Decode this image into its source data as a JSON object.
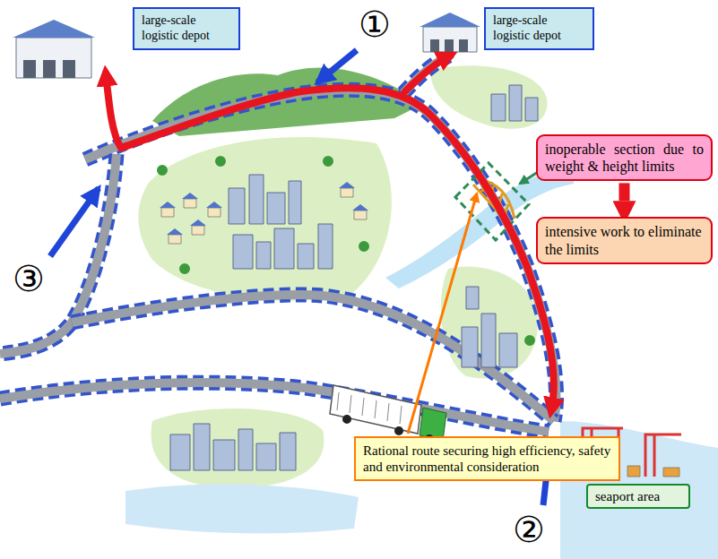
{
  "diagram": {
    "nodes": [
      {
        "text": [
          "large-scale logistic depot"
        ]
      },
      {
        "text": [
          "large-scale logistic depot"
        ]
      },
      {
        "text": [
          "inoperable section due to weight & height limits"
        ]
      },
      {
        "text": [
          "intensive work to eliminate the limits"
        ]
      },
      {
        "text": [
          "Rational route securing high efficiency, safety and environmental consideration"
        ]
      },
      {
        "text": [
          "seaport area"
        ]
      }
    ],
    "edges": [
      {
        "from": 2,
        "to": 3,
        "arrow": "to"
      }
    ],
    "labels": [
      "①",
      "②",
      "③"
    ]
  }
}
